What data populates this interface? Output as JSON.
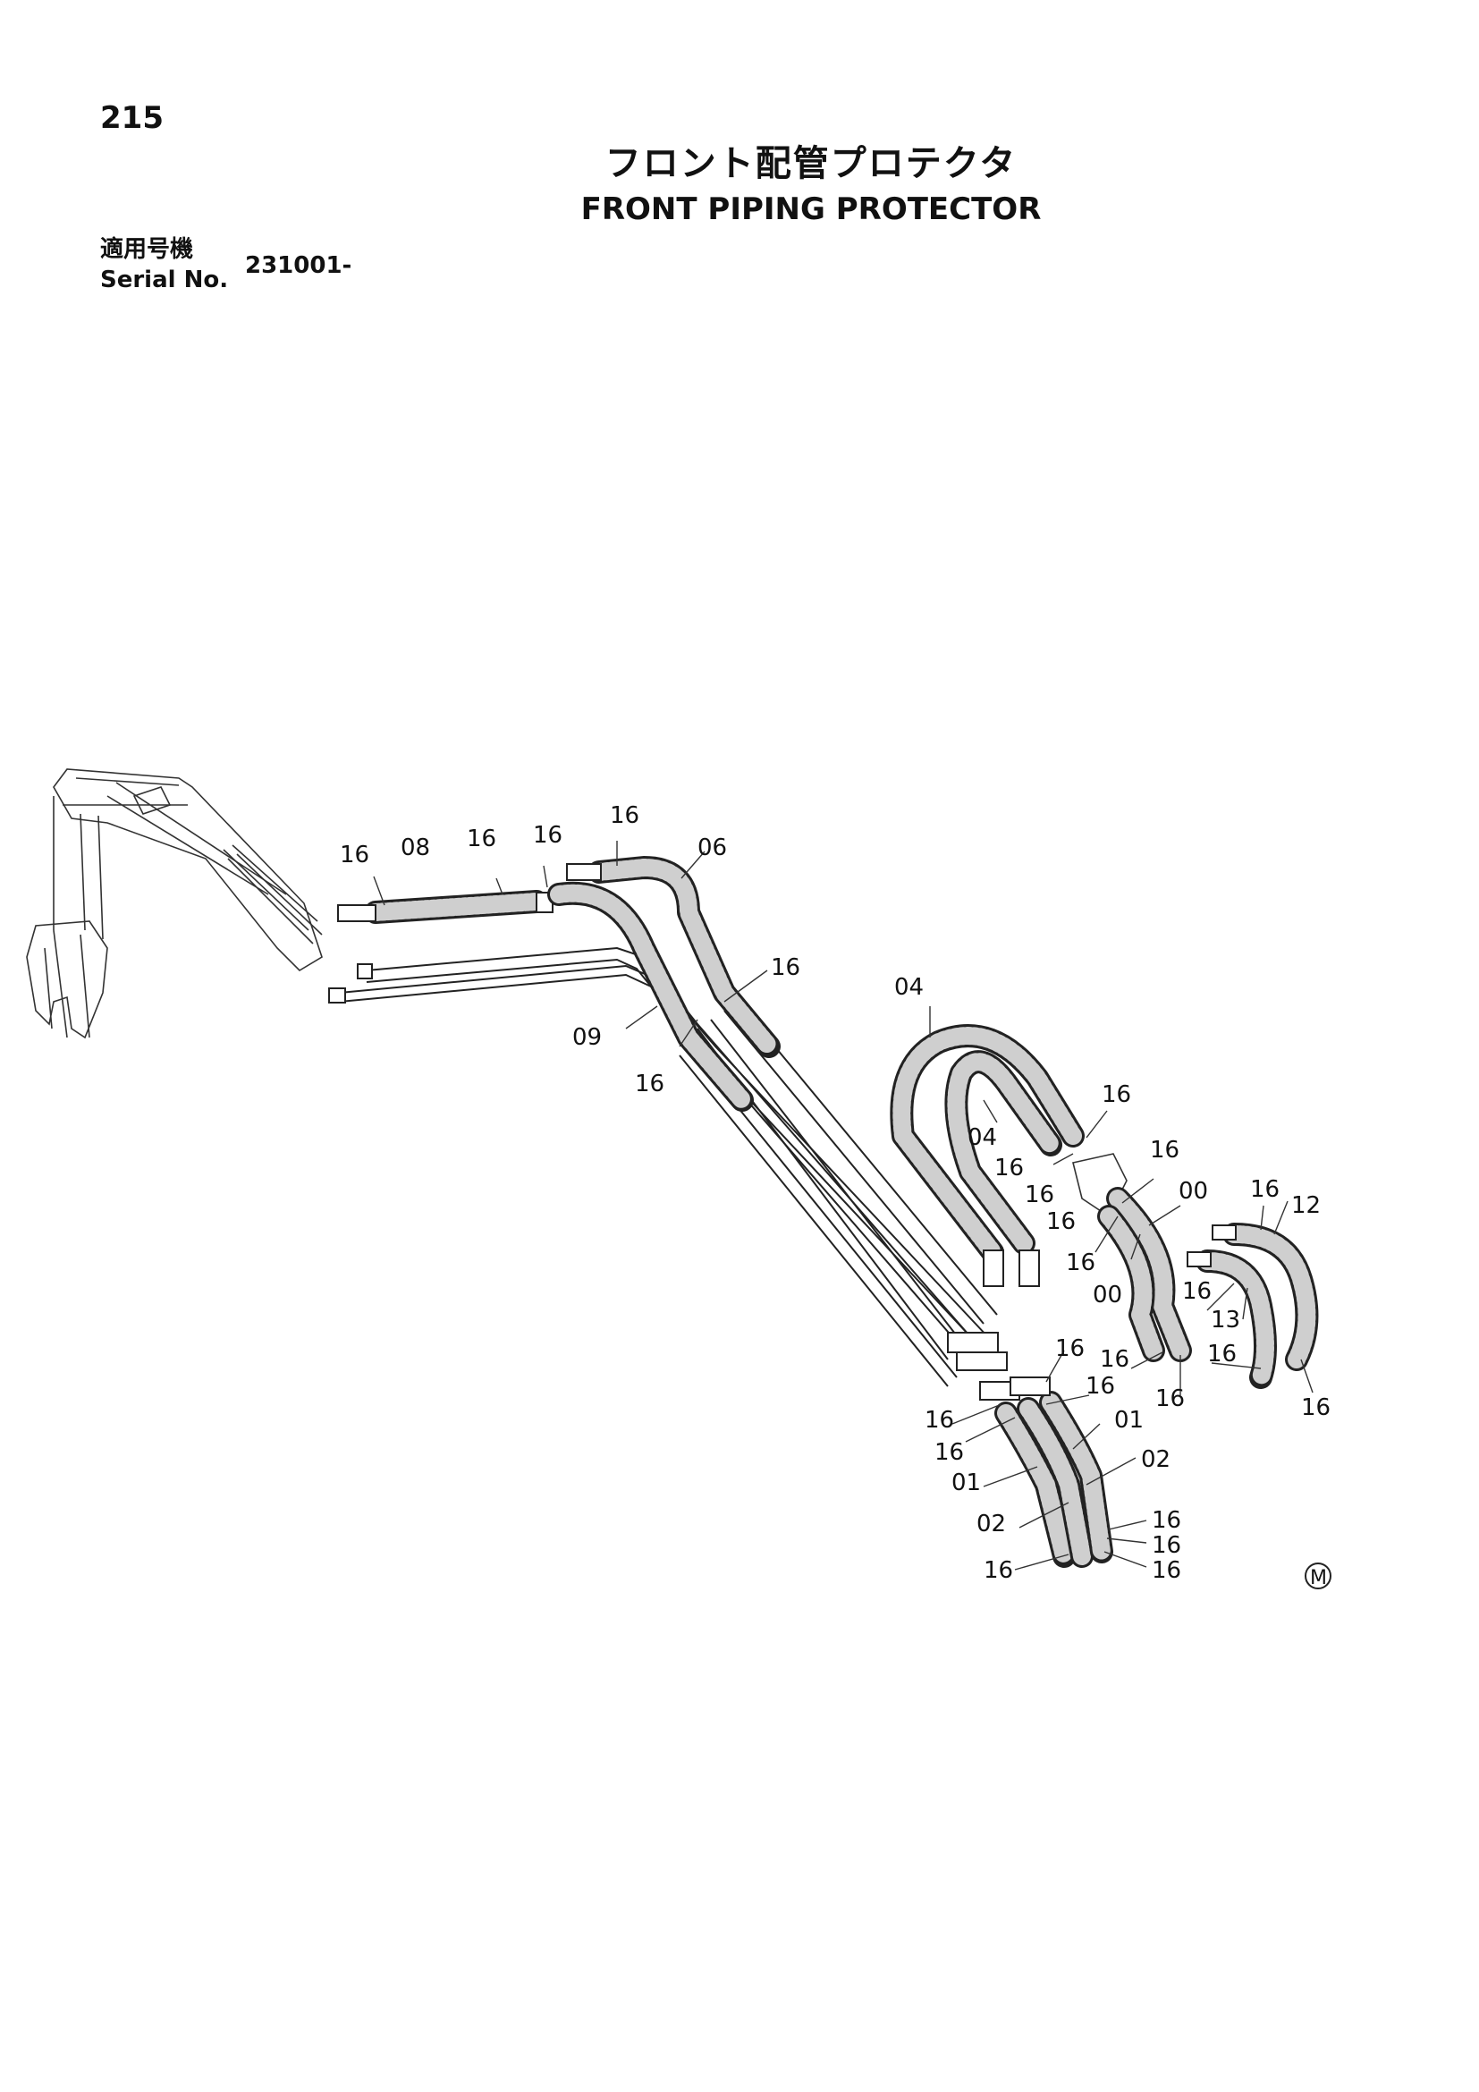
{
  "header": {
    "page_number": "215",
    "title_jp": "フロント配管プロテクタ",
    "title_en": "FRONT PIPING PROTECTOR",
    "serial_label_jp": "適用号機",
    "serial_label_en": "Serial No.",
    "serial_value": "231001-"
  },
  "callouts": {
    "c16": "16",
    "c08": "08",
    "c06": "06",
    "c09": "09",
    "c04": "04",
    "c00": "00",
    "c12": "12",
    "c13": "13",
    "c01": "01",
    "c02": "02"
  },
  "mark": "M"
}
